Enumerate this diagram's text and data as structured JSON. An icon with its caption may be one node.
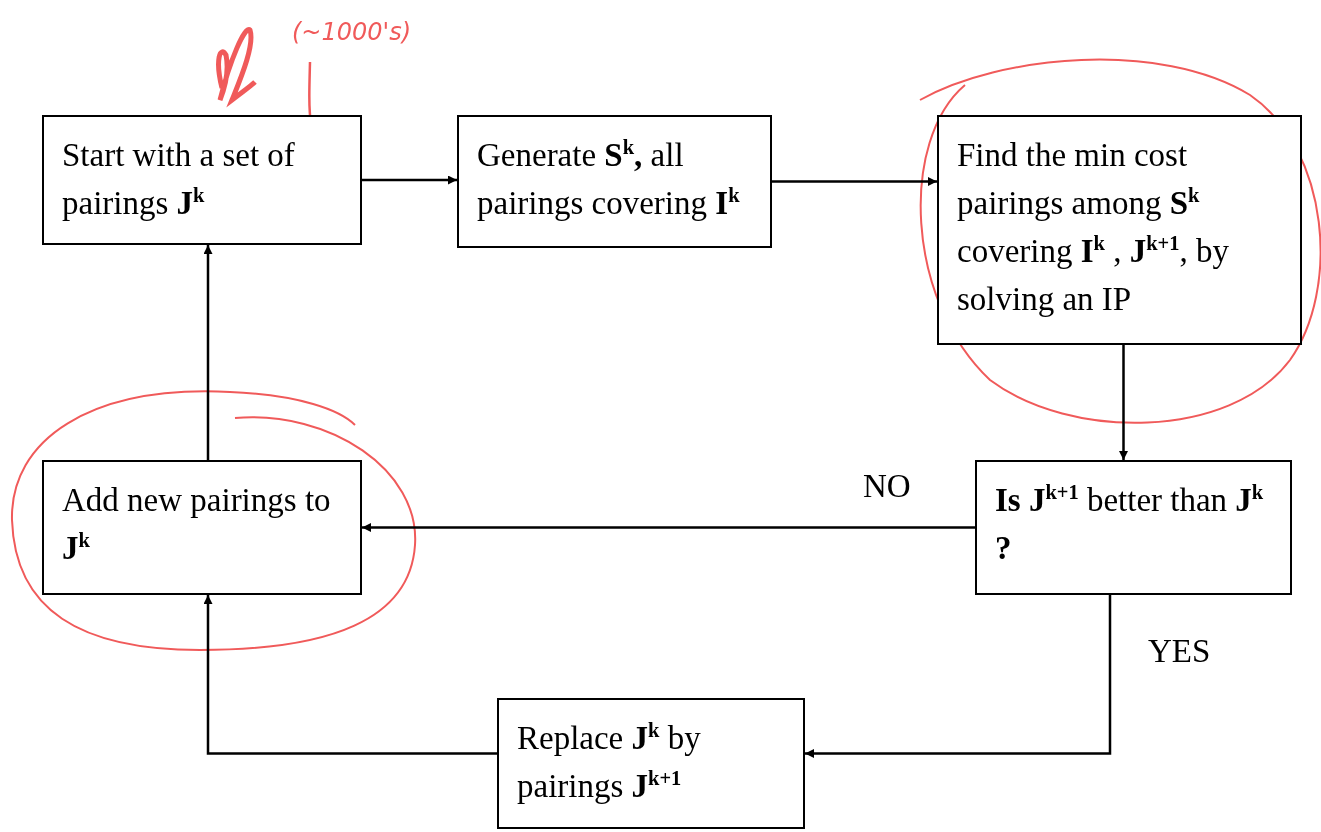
{
  "diagram": {
    "nodes": [
      {
        "text": [
          "Start with a set of pairings **J**$^{k}$"
        ]
      },
      {
        "text": [
          "Generate **S**$^{k}$**,** all pairings covering **I**$^{k}$"
        ]
      },
      {
        "text": [
          "Find the min cost pairings among **S**$^{k}$ covering **I**$^{k}$ , **J**$^{k+1}$, by solving an IP"
        ]
      },
      {
        "text": [
          "**Is J**$^{k+1}$ better than **J**$^{k}$ **?**"
        ]
      },
      {
        "text": [
          "Add new pairings to **J**$^{k}$"
        ]
      },
      {
        "text": [
          "Replace **J**$^{k}$  by pairings **J**$^{k+1}$"
        ]
      },
      {
        "text": [
          "(~1000's)"
        ]
      }
    ],
    "edges": [
      {
        "from": 0,
        "to": 1,
        "arrow": "to"
      },
      {
        "from": 1,
        "to": 2,
        "arrow": "to"
      },
      {
        "from": 2,
        "to": 3,
        "arrow": "to"
      },
      {
        "from": 3,
        "to": 4,
        "arrow": "to",
        "label": "NO"
      },
      {
        "from": 3,
        "to": 5,
        "arrow": "to",
        "label": "YES"
      },
      {
        "from": 5,
        "to": 4,
        "arrow": "to"
      },
      {
        "from": 4,
        "to": 0,
        "arrow": "to"
      },
      {
        "from": 6,
        "to": 0,
        "arrow": "none",
        "color": "#f05a5a"
      }
    ]
  }
}
